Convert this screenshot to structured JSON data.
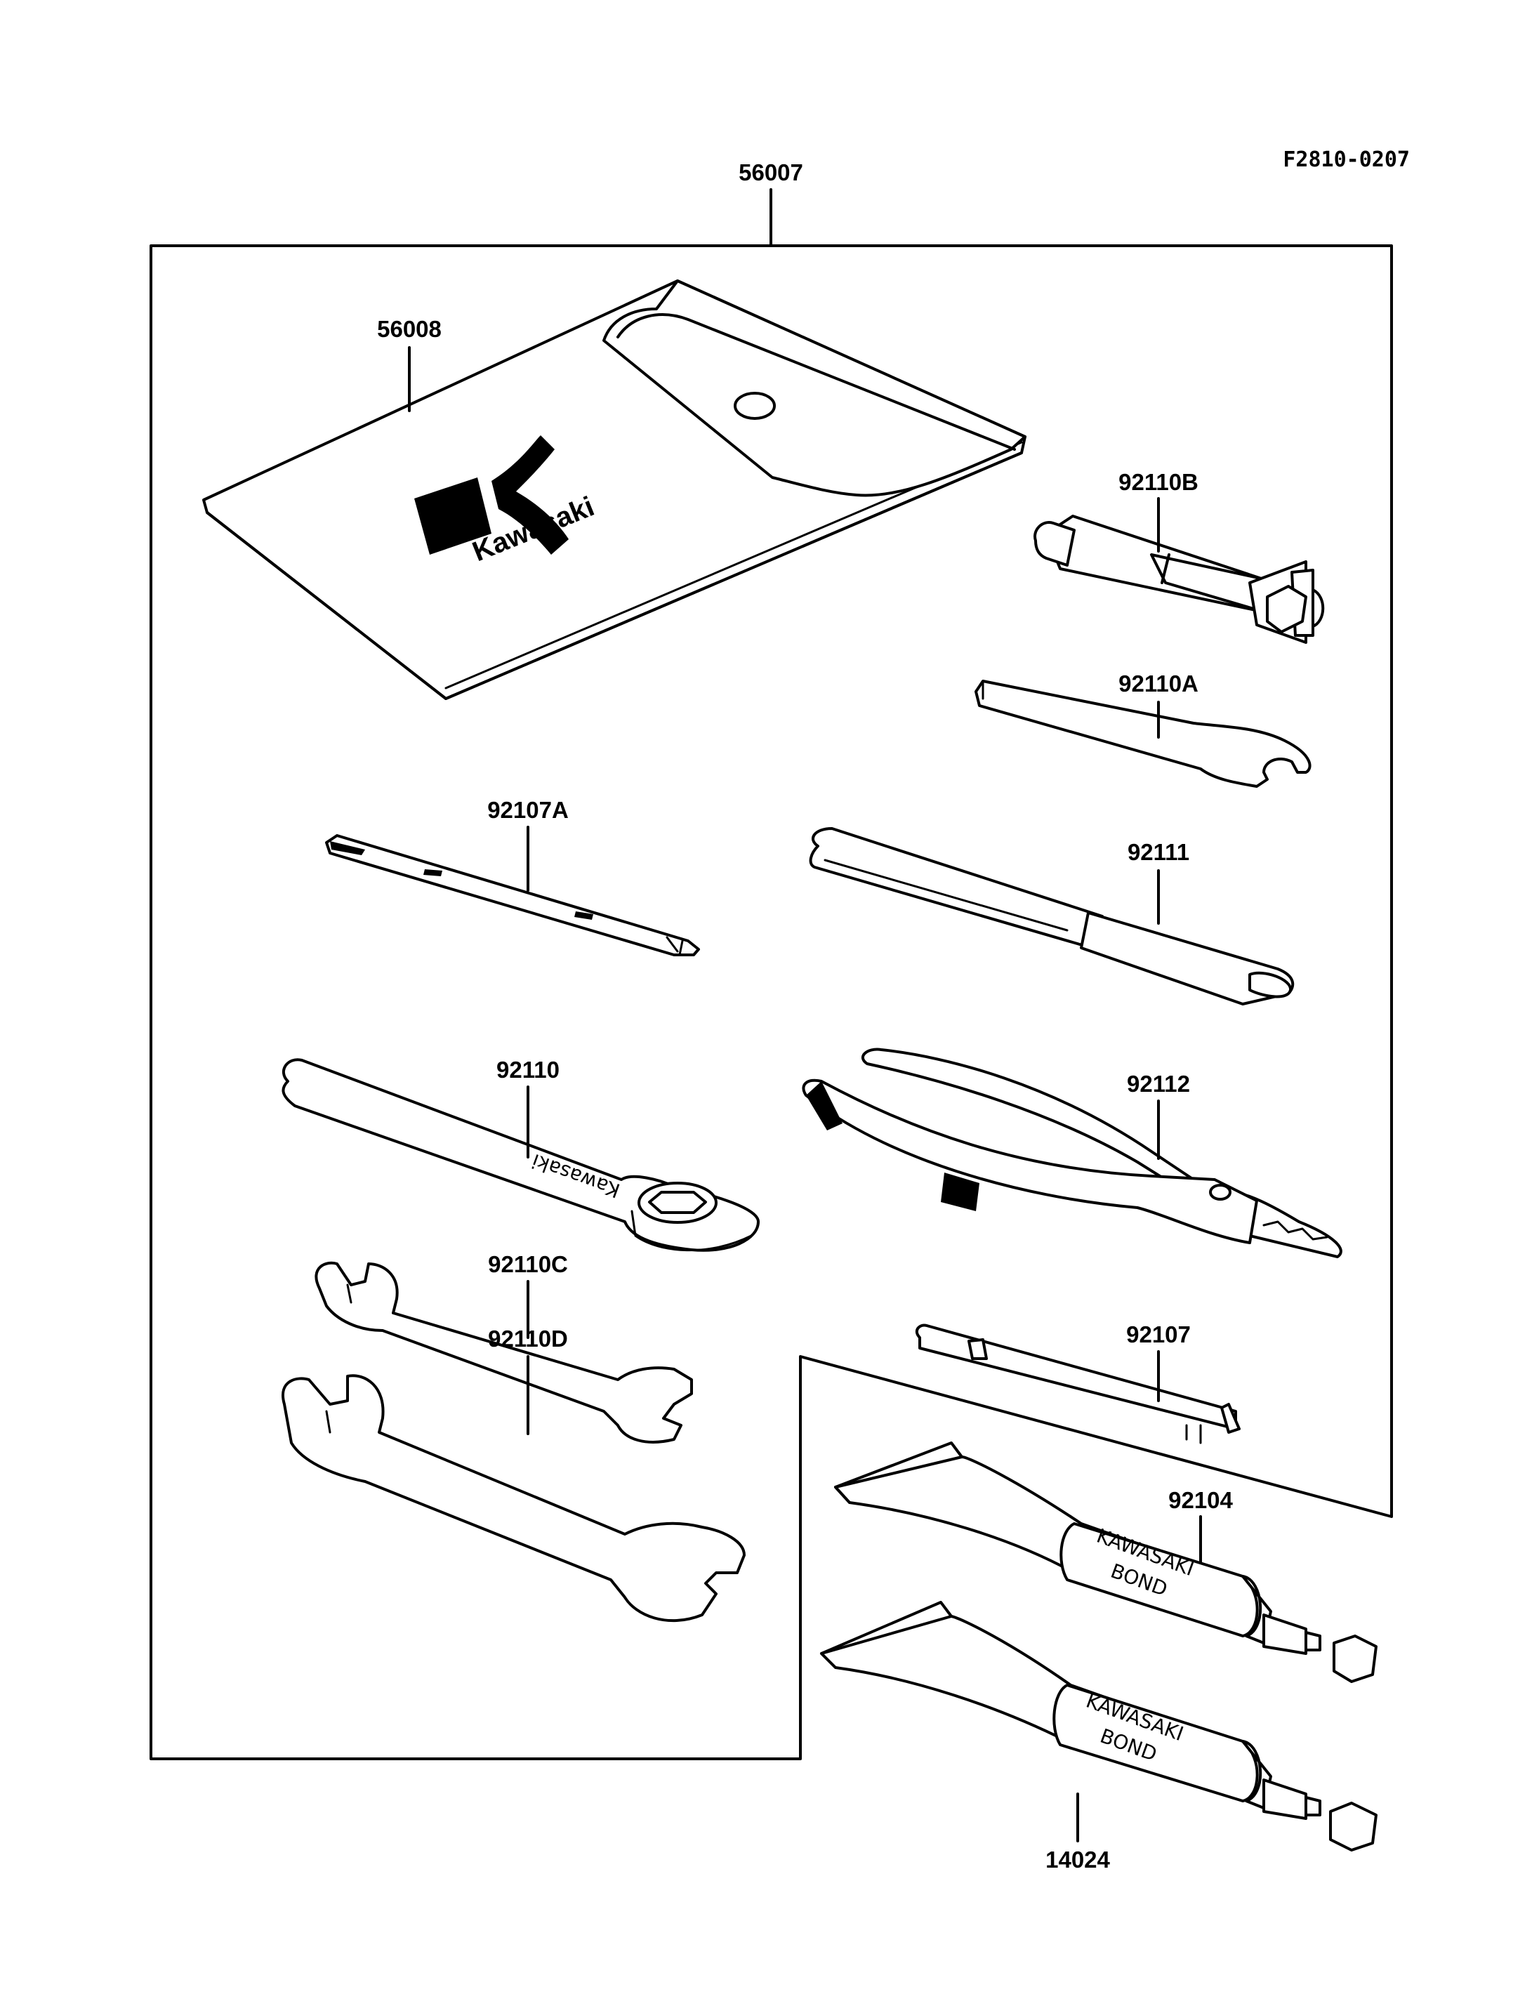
{
  "figure_code": "F2810-0207",
  "assembly": {
    "part_number": "56007"
  },
  "parts": {
    "bag": "56008",
    "plug_wrench": "92110B",
    "hook_wrench": "92110A",
    "screwdriver_a": "92107A",
    "handle": "92111",
    "box_wrench": "92110",
    "pliers": "92112",
    "wrench_c": "92110C",
    "wrench_d": "92110D",
    "screwdriver": "92107",
    "bond_tube_1": "92104",
    "bond_tube_2": "14024"
  },
  "branding": {
    "bag_logo": "Kawasaki",
    "wrench_engraving": "Kawasaki",
    "tube_label_line1": "KAWASAKI",
    "tube_label_line2": "BOND"
  }
}
